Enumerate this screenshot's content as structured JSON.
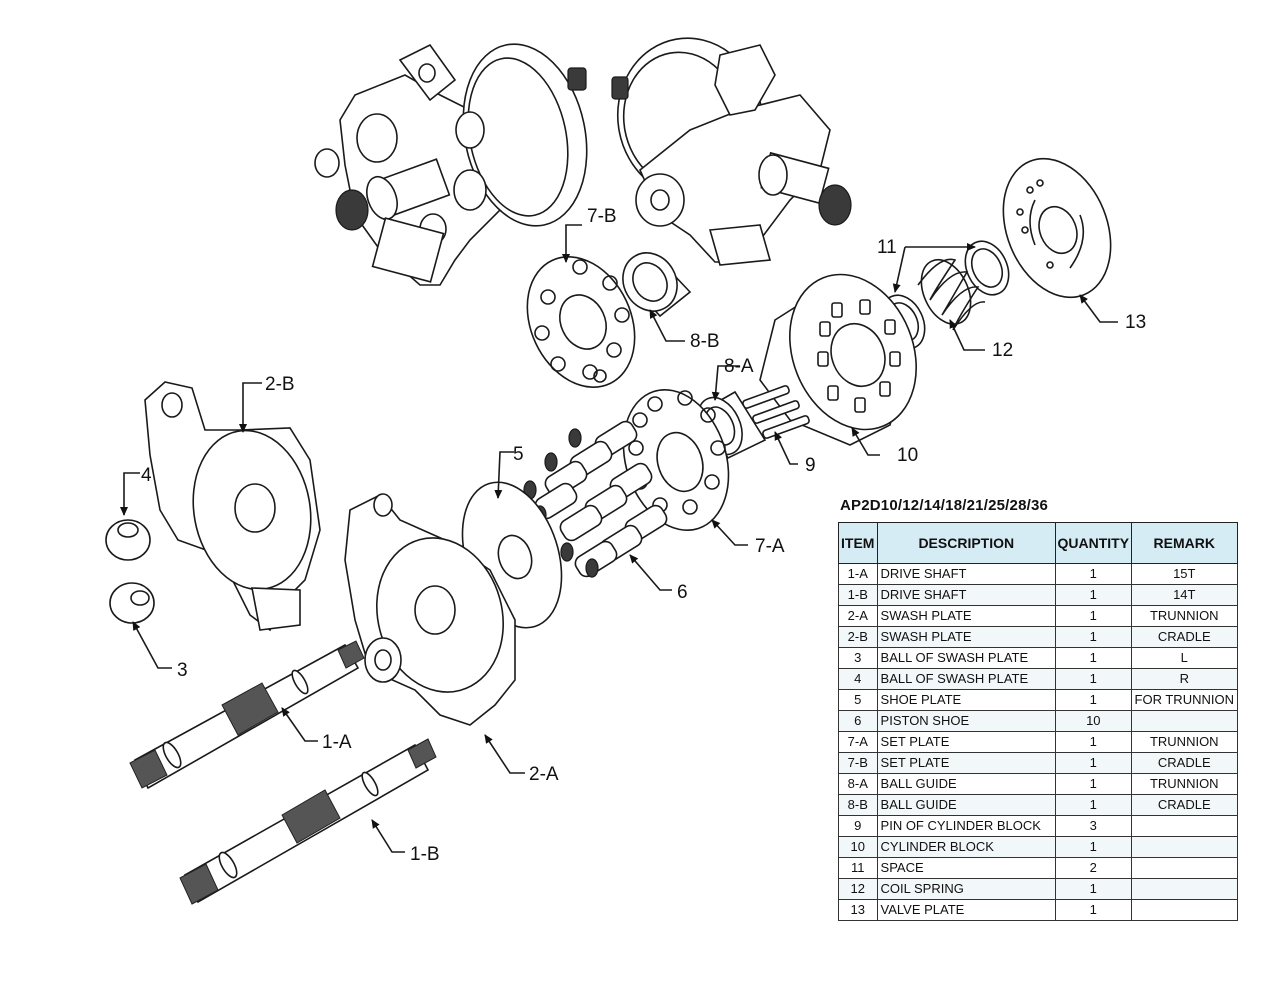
{
  "labels": {
    "l7b": "7-B",
    "l8b": "8-B",
    "l8a": "8-A",
    "l11": "11",
    "l12": "12",
    "l13": "13",
    "l10": "10",
    "l9": "9",
    "l2b": "2-B",
    "l4": "4",
    "l3": "3",
    "l5": "5",
    "l7a": "7-A",
    "l6": "6",
    "l1a": "1-A",
    "l2a": "2-A",
    "l1b": "1-B"
  },
  "table": {
    "title": "AP2D10/12/14/18/21/25/28/36",
    "headers": [
      "ITEM",
      "DESCRIPTION",
      "QUANTITY",
      "REMARK"
    ],
    "rows": [
      [
        "1-A",
        "DRIVE SHAFT",
        "1",
        "15T"
      ],
      [
        "1-B",
        "DRIVE SHAFT",
        "1",
        "14T"
      ],
      [
        "2-A",
        "SWASH PLATE",
        "1",
        "TRUNNION"
      ],
      [
        "2-B",
        "SWASH PLATE",
        "1",
        "CRADLE"
      ],
      [
        "3",
        "BALL OF SWASH PLATE",
        "1",
        "L"
      ],
      [
        "4",
        "BALL OF SWASH PLATE",
        "1",
        "R"
      ],
      [
        "5",
        "SHOE PLATE",
        "1",
        "FOR TRUNNION"
      ],
      [
        "6",
        "PISTON SHOE",
        "10",
        ""
      ],
      [
        "7-A",
        "SET PLATE",
        "1",
        "TRUNNION"
      ],
      [
        "7-B",
        "SET PLATE",
        "1",
        "CRADLE"
      ],
      [
        "8-A",
        "BALL GUIDE",
        "1",
        "TRUNNION"
      ],
      [
        "8-B",
        "BALL GUIDE",
        "1",
        "CRADLE"
      ],
      [
        "9",
        "PIN OF CYLINDER BLOCK",
        "3",
        ""
      ],
      [
        "10",
        "CYLINDER BLOCK",
        "1",
        ""
      ],
      [
        "11",
        "SPACE",
        "2",
        ""
      ],
      [
        "12",
        "COIL SPRING",
        "1",
        ""
      ],
      [
        "13",
        "VALVE PLATE",
        "1",
        ""
      ]
    ]
  }
}
